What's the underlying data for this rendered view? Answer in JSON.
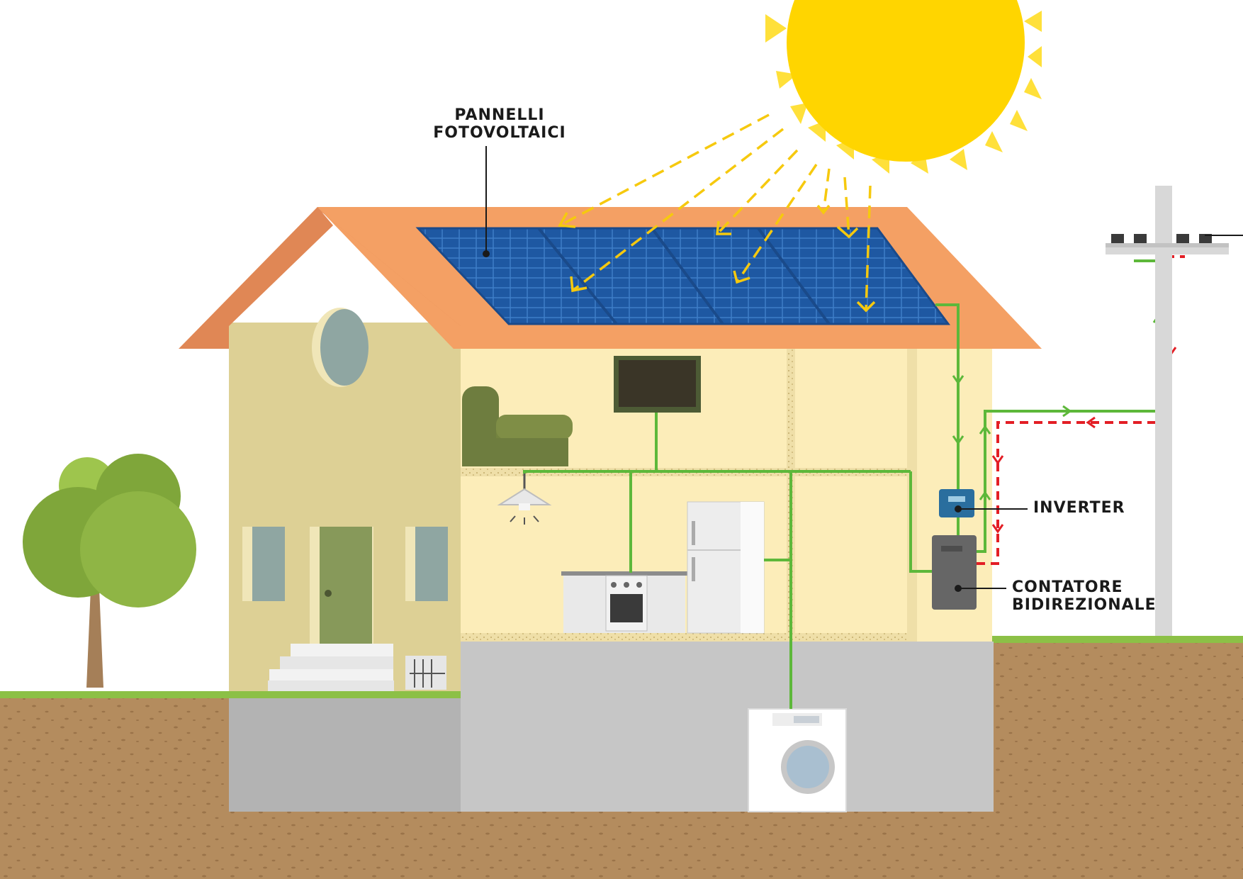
{
  "labels": {
    "panels_line1": "PANNELLI",
    "panels_line2": "FOTOVOLTAICI",
    "inverter": "INVERTER",
    "meter_line1": "CONTATORE",
    "meter_line2": "BIDIREZIONALE"
  },
  "colors": {
    "sun": "#FFD500",
    "sun_rays": "#FFE03A",
    "roof": "#F4A064",
    "roof_shadow": "#E08755",
    "wall": "#DDD095",
    "interior": "#FCEDB9",
    "panel": "#1E58A2",
    "panel_grid": "#3E7EC8",
    "energy_to_grid": "#5DB83A",
    "energy_from_grid": "#E31E25",
    "light_beams": "#F6C90E",
    "soil": "#B48C5E",
    "grass": "#8CC046",
    "basement": "#C6C6C6"
  },
  "icons": [
    "sun-icon",
    "tree-icon",
    "tv-icon",
    "sofa-icon",
    "lamp-icon",
    "fridge-icon",
    "stove-icon",
    "washing-machine-icon",
    "inverter-icon",
    "meter-icon",
    "utility-pole-icon"
  ]
}
